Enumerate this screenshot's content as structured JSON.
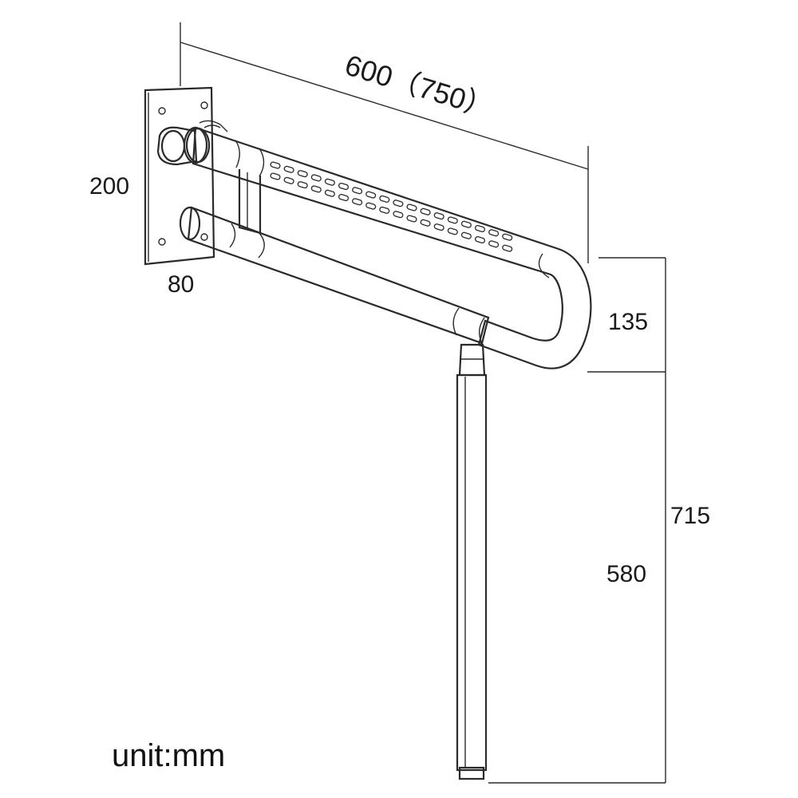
{
  "dimensions": {
    "length": "600（750）",
    "plate_height": "200",
    "plate_width": "80",
    "rail_spacing": "135",
    "leg_length": "580",
    "total_height": "715"
  },
  "unit_label": "unit:mm",
  "colors": {
    "line": "#2a2a2a",
    "background": "#ffffff"
  }
}
